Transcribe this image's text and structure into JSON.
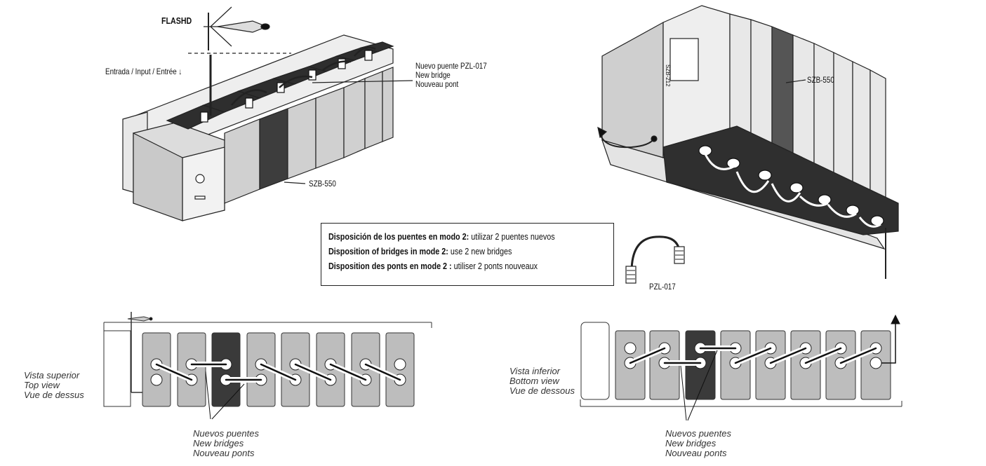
{
  "top_left": {
    "antenna_label": "FLASHD",
    "input_label": "Entrada / Input / Entrée",
    "input_arrow": "↓",
    "bridge_label_es": "Nuevo puente PZL-017",
    "bridge_label_en": "New bridge",
    "bridge_label_fr": "Nouveau pont",
    "module_label": "SZB-550"
  },
  "top_right": {
    "module_label": "SZB-550",
    "front_module_text": "SZB-212"
  },
  "legend": {
    "line1_bold": "Disposición de los puentes en modo 2:",
    "line1_rest": " utilizar 2 puentes nuevos",
    "line2_bold": "Disposition of bridges in mode 2:",
    "line2_rest": " use 2 new bridges",
    "line3_bold": "Disposition des ponts en mode 2 :",
    "line3_rest": " utiliser 2 ponts nouveaux"
  },
  "cable": {
    "label": "PZL-017"
  },
  "bottom_left": {
    "view_es": "Vista superior",
    "view_en": "Top view",
    "view_fr": "Vue de dessus",
    "bridges_es": "Nuevos puentes",
    "bridges_en": "New bridges",
    "bridges_fr": "Nouveau ponts"
  },
  "bottom_right": {
    "view_es": "Vista inferior",
    "view_en": "Bottom view",
    "view_fr": "Vue de dessous",
    "bridges_es": "Nuevos puentes",
    "bridges_en": "New bridges",
    "bridges_fr": "Nouveau ponts"
  },
  "colors": {
    "module_gray": "#bdbdbd",
    "module_dark": "#3a3a3a",
    "line": "#111111"
  }
}
